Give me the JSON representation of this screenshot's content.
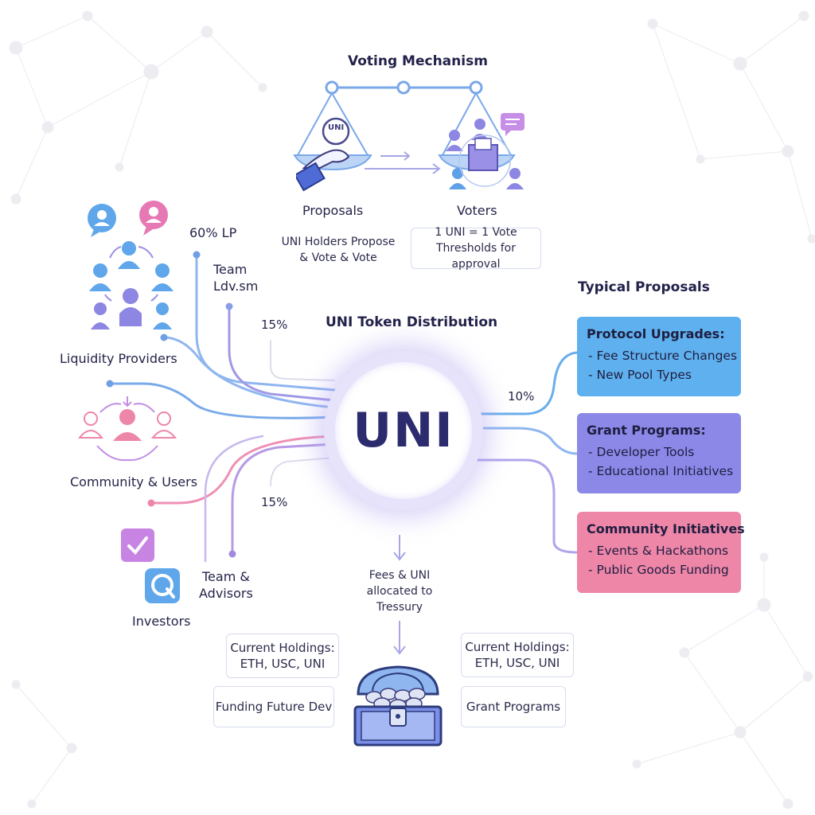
{
  "voting": {
    "title": "Voting Mechanism",
    "proposals_label": "Proposals",
    "voters_label": "Voters",
    "coin_text": "UNI",
    "proposals_desc_1": "UNI Holders Propose",
    "proposals_desc_2": "& Vote & Vote",
    "voters_desc_1": "1 UNI = 1 Vote",
    "voters_desc_2": "Thresholds for approval"
  },
  "distribution": {
    "title": "UNI Token Distribution",
    "center_text": "UNI",
    "pct_lp": "60% LP",
    "team_line1": "Team",
    "team_line2": "Ldv.sm",
    "pct_15_top": "15%",
    "pct_15_bottom": "15%",
    "pct_10": "10%"
  },
  "groups": {
    "liquidity_providers": "Liquidity Providers",
    "community_users": "Community & Users",
    "investors": "Investors",
    "team_advisors_1": "Team &",
    "team_advisors_2": "Advisors"
  },
  "typical_proposals": {
    "title": "Typical Proposals",
    "cards": [
      {
        "head": "Protocol Upgrades:",
        "items": [
          "- Fee Structure Changes",
          "- New Pool Types"
        ],
        "color": "#5fb0ee"
      },
      {
        "head": "Grant Programs:",
        "items": [
          "- Developer Tools",
          "- Educational Initiatives"
        ],
        "color": "#8b88e8"
      },
      {
        "head": "Community Initiatives",
        "items": [
          "- Events & Hackathons",
          "- Public Goods Funding"
        ],
        "color": "#ee86a8"
      }
    ]
  },
  "treasury": {
    "line1": "Fees & UNI",
    "line2": "allocated to",
    "line3": "Tressury",
    "holdings_left_1": "Current Holdings:",
    "holdings_left_2": "ETH, USC, UNI",
    "holdings_right_1": "Current Holdings:",
    "holdings_right_2": "ETH, USC, UNI",
    "funding": "Funding Future Dev",
    "grants": "Grant Programs"
  },
  "colors": {
    "blue": "#6aaeea",
    "violet": "#8b88e8",
    "pink": "#ee86a8",
    "lavender": "#b7aef0",
    "dark": "#2c2b6e"
  }
}
